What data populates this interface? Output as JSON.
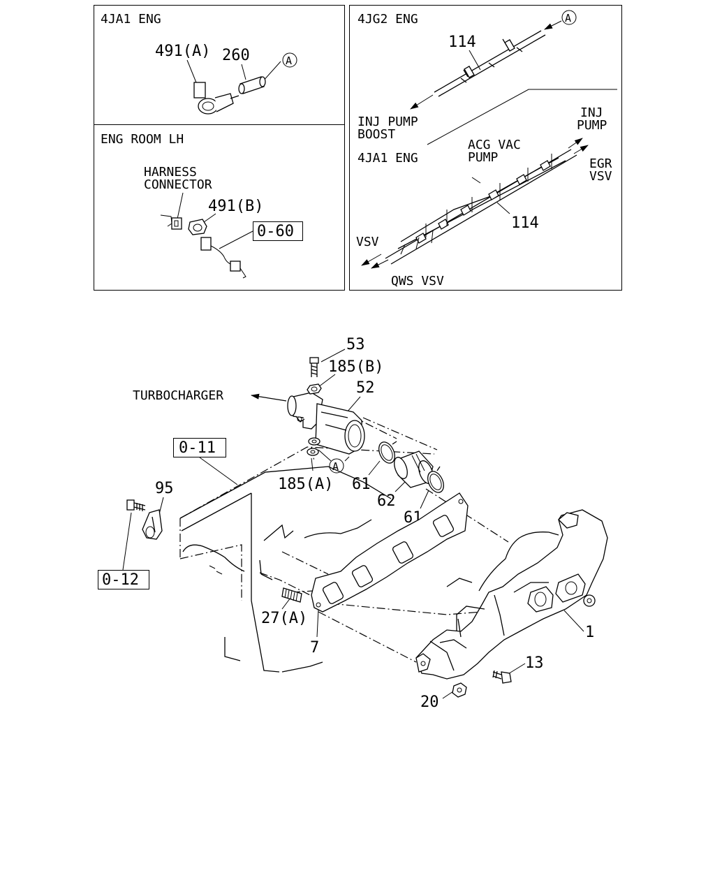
{
  "panels": {
    "top_left": {
      "title": "4JA1 ENG",
      "labels": [
        "491(A)",
        "260"
      ],
      "ref": "A"
    },
    "bottom_left": {
      "title": "ENG ROOM LH",
      "harness_line1": "HARNESS",
      "harness_line2": "CONNECTOR",
      "part": "491(B)",
      "ref_box": "0-60"
    },
    "right_top": {
      "title": "4JG2 ENG",
      "part": "114",
      "ref": "A",
      "inj1": "INJ PUMP",
      "inj2": "BOOST"
    },
    "right_bottom": {
      "title": "4JA1 ENG",
      "acg1": "ACG VAC",
      "acg2": "PUMP",
      "injp1": "INJ",
      "injp2": "PUMP",
      "egr1": "EGR",
      "egr2": "VSV",
      "vsv": "VSV",
      "qws": "QWS VSV",
      "part": "114"
    }
  },
  "main": {
    "turbocharger": "TURBOCHARGER",
    "ref_a": "A",
    "box_011": "0-11",
    "box_012": "0-12",
    "parts": {
      "p53": "53",
      "p185b": "185(B)",
      "p52": "52",
      "p185a": "185(A)",
      "p61a": "61",
      "p62": "62",
      "p61b": "61",
      "p95": "95",
      "p27a": "27(A)",
      "p7": "7",
      "p1": "1",
      "p13": "13",
      "p20": "20"
    }
  }
}
